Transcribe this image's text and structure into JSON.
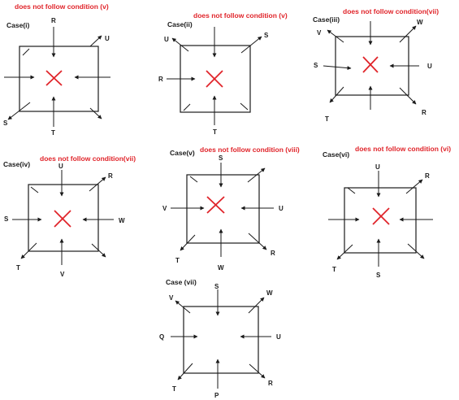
{
  "colors": {
    "stroke": "#1a1a1a",
    "note": "#e0242a",
    "cross": "#e0242a",
    "background": "#ffffff"
  },
  "cases": [
    {
      "case_label": "Case(i)",
      "note": "does not follow condition (v)",
      "cross": true,
      "labels": {
        "top": "R",
        "top_right": "U",
        "bottom_left": "S",
        "bottom": "T"
      }
    },
    {
      "case_label": "Case(ii)",
      "note": "does not follow condition (v)",
      "cross": true,
      "labels": {
        "top_left": "U",
        "top_right": "S",
        "left": "R",
        "bottom": "T"
      }
    },
    {
      "case_label": "Case(iii)",
      "note": "does not follow condition(vii)",
      "cross": true,
      "labels": {
        "top_left": "V",
        "top_right": "W",
        "left": "S",
        "right": "U",
        "bottom_left": "T",
        "bottom_right": "R"
      }
    },
    {
      "case_label": "Case(iv)",
      "note": "does not follow condition(vii)",
      "cross": true,
      "labels": {
        "top": "U",
        "top_right": "R",
        "left": "S",
        "right": "W",
        "bottom_left": "T",
        "bottom": "V"
      }
    },
    {
      "case_label": "Case(v)",
      "note": "does not follow condition (viii)",
      "cross": true,
      "labels": {
        "top": "S",
        "left": "V",
        "right": "U",
        "bottom_left": "T",
        "bottom": "W",
        "bottom_right": "R"
      }
    },
    {
      "case_label": "Case(vi)",
      "note": "does not follow condition (vi)",
      "cross": true,
      "labels": {
        "top": "U",
        "top_right": "R",
        "bottom_left": "T",
        "bottom": "S"
      }
    },
    {
      "case_label": "Case (vii)",
      "note": "",
      "cross": false,
      "labels": {
        "top": "S",
        "top_left": "V",
        "top_right": "W",
        "left": "Q",
        "right": "U",
        "bottom_left": "T",
        "bottom": "P",
        "bottom_right": "R"
      }
    }
  ]
}
